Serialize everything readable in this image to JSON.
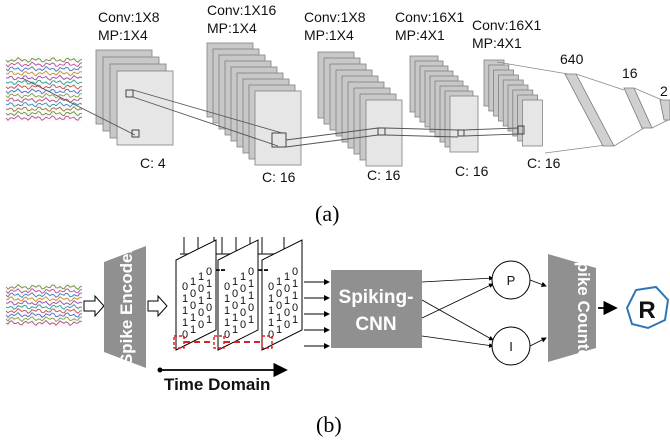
{
  "panel_a": {
    "caption": "(a)",
    "layers": [
      {
        "conv": "Conv:1X8",
        "mp": "MP:1X4",
        "channels": "C: 4"
      },
      {
        "conv": "Conv:1X16",
        "mp": "MP:1X4",
        "channels": "C: 16"
      },
      {
        "conv": "Conv:1X8",
        "mp": "MP:1X4",
        "channels": "C: 16"
      },
      {
        "conv": "Conv:16X1",
        "mp": "MP:4X1",
        "channels": "C: 16"
      },
      {
        "conv": "Conv:16X1",
        "mp": "MP:4X1",
        "channels": "C: 16"
      }
    ],
    "fc": [
      "640",
      "16",
      "2"
    ]
  },
  "panel_b": {
    "caption": "(b)",
    "spike_encoder": "Spike Encoder",
    "dashes": [
      "--",
      "--"
    ],
    "time_domain": "Time Domain",
    "spiking_cnn_line1": "Spiking-",
    "spiking_cnn_line2": "CNN",
    "neuron_p": "P",
    "neuron_i": "I",
    "spike_counter": "Spike Counter",
    "result": "R",
    "bit_columns": [
      [
        "0",
        "1",
        "1",
        "1",
        "0"
      ],
      [
        "1",
        "0",
        "0",
        "1",
        "1"
      ],
      [
        "1",
        "0",
        "1",
        "0",
        "0"
      ],
      [
        "0",
        "1",
        "1",
        "0",
        "1"
      ]
    ]
  },
  "colors": {
    "box_gray": "#a6a6a6",
    "box_dark": "#7f7f7f",
    "red_dash": "#e02020",
    "result_ring": "#2e75b6"
  }
}
